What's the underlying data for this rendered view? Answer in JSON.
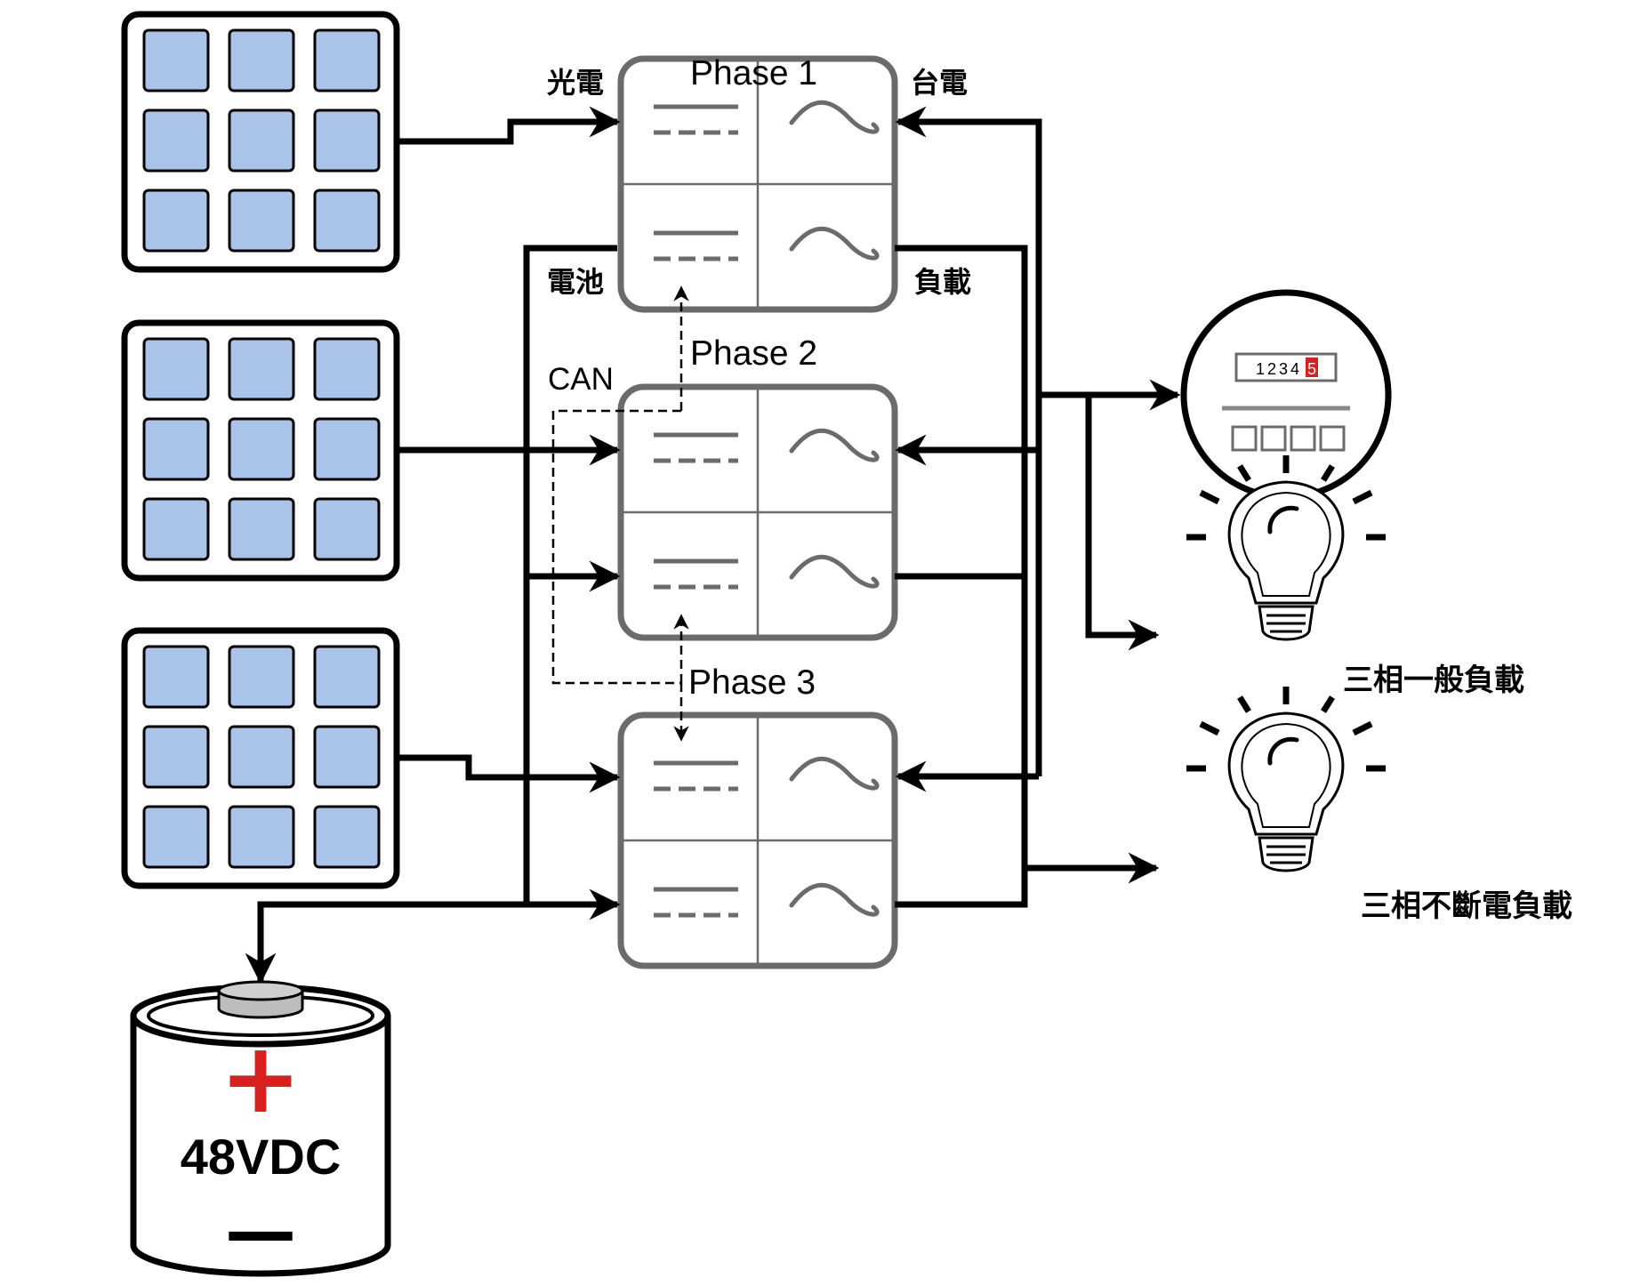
{
  "labels": {
    "pv_input": "光電",
    "grid_input": "台電",
    "battery_port": "電池",
    "load_output": "負載",
    "comm_bus": "CAN"
  },
  "phases": [
    {
      "title": "Phase 1"
    },
    {
      "title": "Phase 2"
    },
    {
      "title": "Phase 3"
    }
  ],
  "meter": {
    "digits": "1234",
    "last_digit": "5"
  },
  "loads": [
    {
      "label": "三相一般負載"
    },
    {
      "label": "三相不斷電負載"
    }
  ],
  "battery": {
    "plus": "+",
    "voltage": "48VDC",
    "minus": "—"
  },
  "colors": {
    "panel_cell": "#a9c4e8",
    "inverter_border": "#6b6b6b",
    "meter_highlight": "#d8201f",
    "battery_plus": "#d8201f",
    "battery_cap": "#bdbdbd"
  }
}
